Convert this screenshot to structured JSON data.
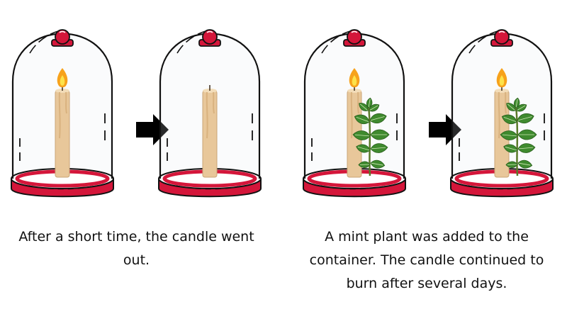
{
  "captions": {
    "left": "After a short time, the candle went out.",
    "right": "A mint plant was added to the container. The candle continued to burn after several days."
  },
  "panels": [
    {
      "name": "jar-candle-burning",
      "flame": true,
      "plant": false
    },
    {
      "name": "jar-candle-out",
      "flame": false,
      "plant": false
    },
    {
      "name": "jar-candle-with-mint-burning",
      "flame": true,
      "plant": true
    },
    {
      "name": "jar-candle-with-mint-still-burning",
      "flame": true,
      "plant": true
    }
  ],
  "arrows": [
    "arrow-icon",
    "arrow-icon"
  ],
  "colors": {
    "base": "#d4163a",
    "glass_outline": "#111111",
    "candle": "#e8c79a",
    "flame_outer": "#f7a21b",
    "flame_inner": "#fde24a",
    "leaf": "#3f8a2e"
  }
}
